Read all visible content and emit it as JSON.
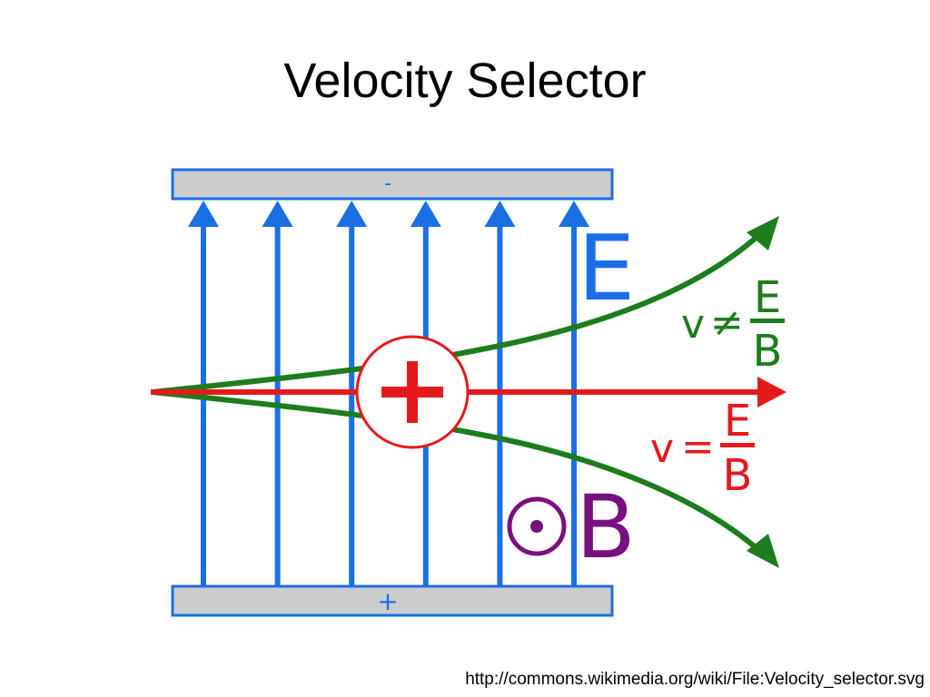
{
  "slide": {
    "title": "Velocity Selector",
    "source": "http://commons.wikimedia.org/wiki/File:Velocity_selector.svg"
  },
  "diagram": {
    "top_plate_sign": "-",
    "bottom_plate_sign": "+",
    "field_e_label": "E",
    "field_b_label": "B",
    "charge_symbol": "+",
    "upper_path_label": {
      "v": "v",
      "relation": "≠",
      "numerator": "E",
      "denominator": "B"
    },
    "straight_path_label": {
      "v": "v",
      "relation": "=",
      "numerator": "E",
      "denominator": "B"
    },
    "field_line_count": 6
  },
  "colors": {
    "field": "#1a6fe6",
    "plate_fill": "#cccccc",
    "plate_stroke": "#1a6fe6",
    "charge": "#e5191c",
    "deflected_path": "#1c7d1c",
    "magnetic": "#7a1080"
  }
}
